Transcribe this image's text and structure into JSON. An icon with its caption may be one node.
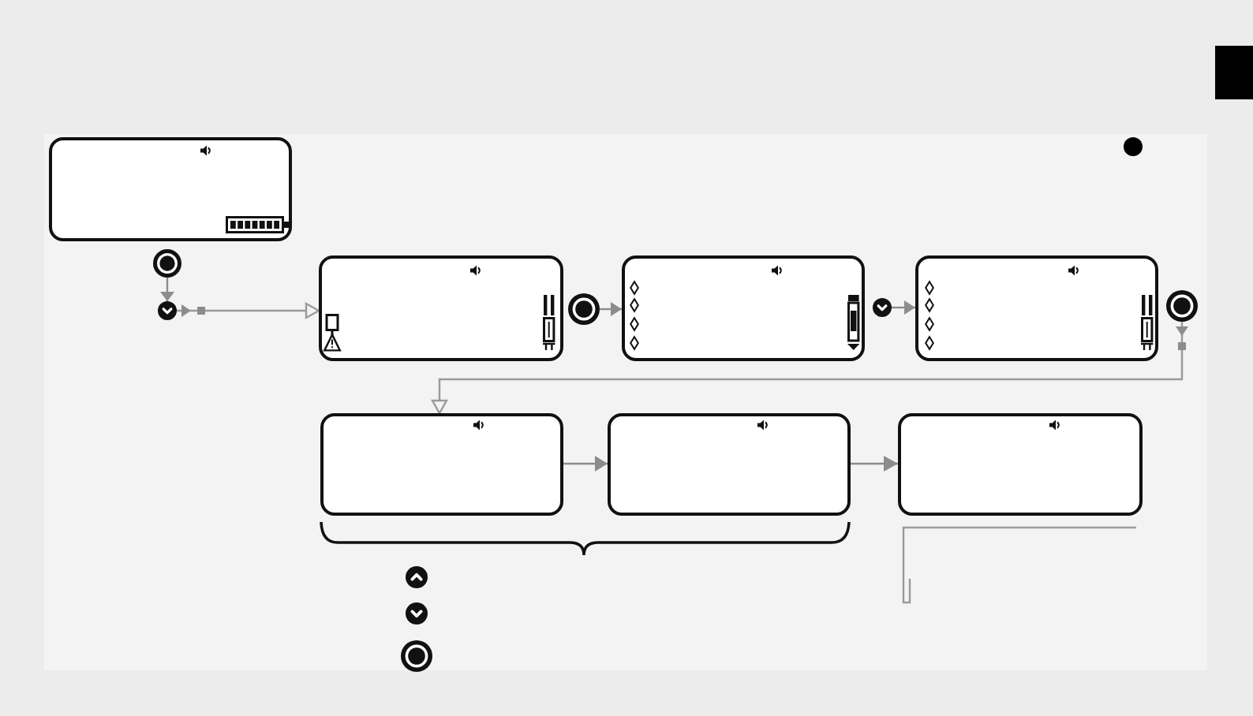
{
  "diagram": {
    "nodes": [
      {
        "text": [],
        "shape": "screen"
      },
      {
        "text": [],
        "shape": "button"
      },
      {
        "text": [],
        "shape": "button"
      },
      {
        "text": [],
        "shape": "screen"
      },
      {
        "text": [],
        "shape": "button"
      },
      {
        "text": [],
        "shape": "screen"
      },
      {
        "text": [],
        "shape": "button"
      },
      {
        "text": [],
        "shape": "screen"
      },
      {
        "text": [],
        "shape": "button"
      },
      {
        "text": [],
        "shape": "screen"
      },
      {
        "text": [],
        "shape": "screen"
      },
      {
        "text": [],
        "shape": "screen"
      }
    ],
    "edges": [
      {
        "from": 1,
        "to": 2,
        "arrow": "to"
      },
      {
        "from": 2,
        "to": 3,
        "arrow": "to"
      },
      {
        "from": 4,
        "to": 5,
        "arrow": "to"
      },
      {
        "from": 6,
        "to": 7,
        "arrow": "to"
      },
      {
        "from": 8,
        "to": 9,
        "arrow": "to"
      },
      {
        "from": 9,
        "to": 10,
        "arrow": "to"
      },
      {
        "from": 10,
        "to": 11,
        "arrow": "to"
      }
    ]
  }
}
